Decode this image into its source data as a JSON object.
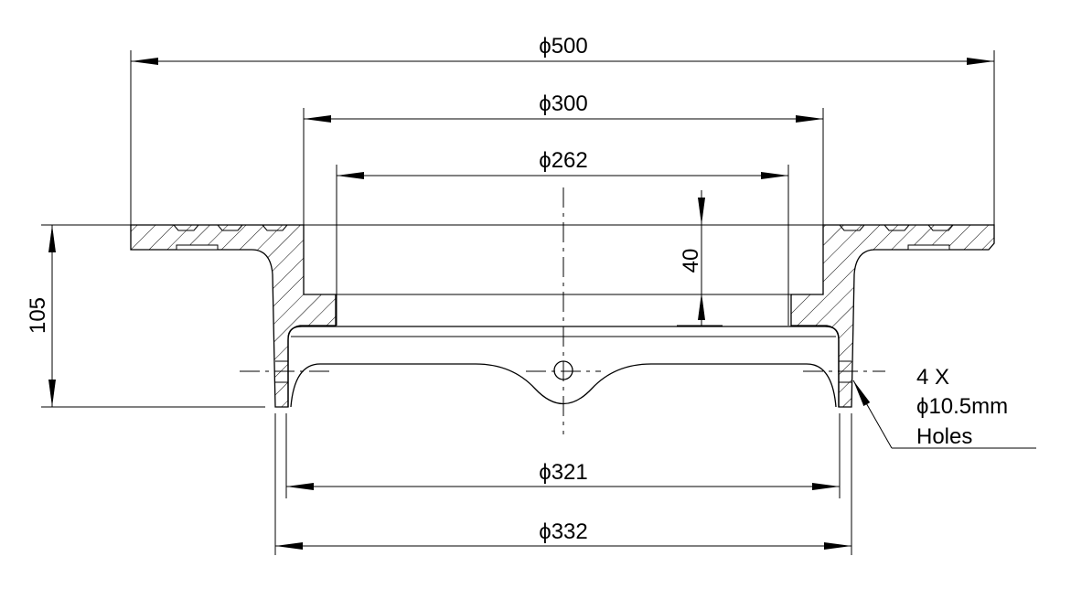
{
  "drawing": {
    "dimensions": {
      "outer_flange_diameter": "ϕ500",
      "bore_diameter": "ϕ300",
      "inner_diameter": "ϕ262",
      "insert_depth": "40",
      "overall_height": "105",
      "insert_outer_diameter": "ϕ321",
      "body_outer_diameter": "ϕ332"
    },
    "note": {
      "line1": "4 X",
      "line2": "ϕ10.5mm",
      "line3": "Holes"
    }
  }
}
